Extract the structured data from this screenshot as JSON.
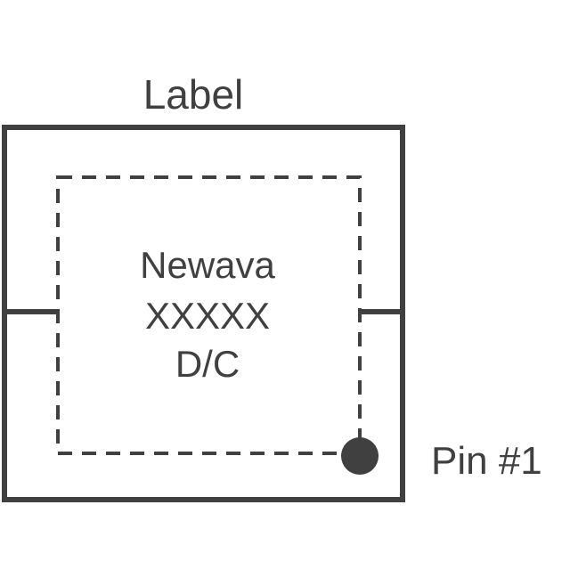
{
  "diagram": {
    "title": "Label",
    "marking_lines": [
      "Newava",
      "XXXXX",
      "D/C"
    ],
    "pin_label": "Pin #1"
  },
  "colors": {
    "stroke": "#404040",
    "background": "#ffffff"
  }
}
